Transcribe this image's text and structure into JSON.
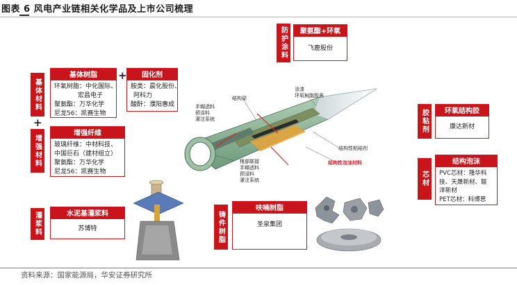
{
  "figure_title": "图表 6 风电产业链相关化学品及上市公司梳理",
  "source": "资料来源：国家能源局，华安证券研究所",
  "sections": {
    "jiti": {
      "side_label": "基体材料",
      "plus_side": "+",
      "zengqiang_side_label": "增强材料",
      "resin_header": "基体树脂",
      "resin_lines": [
        "环氧树脂：中化国际、",
        "宏昌电子",
        "聚氨酯：万华化学",
        "尼龙56：凯赛生物"
      ],
      "plus_middle": "+",
      "curing_header": "固化剂",
      "curing_lines": [
        "胺类：晨化股份、",
        "阿科力",
        "酸酐：濮阳惠成"
      ],
      "fiber_header": "增强纤维",
      "fiber_lines": [
        "玻璃纤维：中材科技、",
        "中国巨石（建材组立）",
        "聚氨酯：万华化学",
        "尼龙56：凯赛生物"
      ]
    },
    "fanghu": {
      "side_label": "防护涂料",
      "header": "聚氨酯+环氧",
      "company": "飞鹿股份"
    },
    "zhanjie": {
      "side_label": "胶粘剂",
      "header": "环氧结构胶",
      "company": "康达新材"
    },
    "xincai": {
      "side_label": "芯材",
      "header": "结构泡沫",
      "lines": [
        "PVC芯材：隆华科",
        "技、天晟新材、联",
        "洋新材",
        "PET芯材：科博思"
      ]
    },
    "guanjiang": {
      "side_label": "灌浆料",
      "header": "水泥基灌浆料",
      "company": "苏博特"
    },
    "zhujian": {
      "side_label": "铸件树脂",
      "header": "呋喃树脂",
      "company": "圣泉集团"
    }
  },
  "blade_callouts": {
    "tip_coat": [
      "涂漆",
      "环氧树脂胶表"
    ],
    "jiegouxian": "结构梁",
    "left_mid": [
      "手糊透料",
      "预涂料",
      "灌注系统"
    ],
    "struct_glue": "结构性粘结剂",
    "foam": "结构性泡沫材料",
    "root": [
      "根部联接",
      "手糊透料",
      "预浸料",
      "灌注系统"
    ]
  },
  "colors": {
    "brand_red": "#c8141b",
    "arrow_red": "#d8262d"
  }
}
